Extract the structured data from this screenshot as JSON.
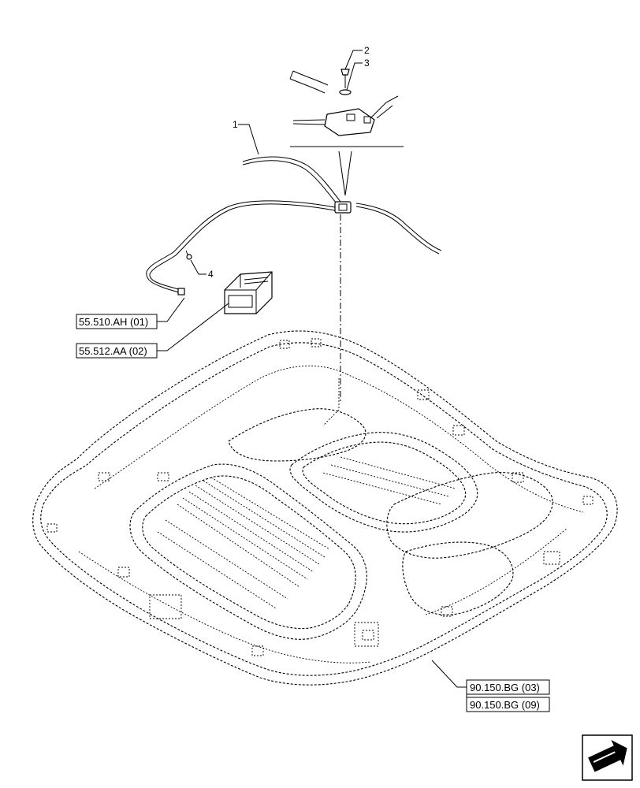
{
  "callouts": {
    "c1": "1",
    "c2": "2",
    "c3": "3",
    "c4": "4"
  },
  "references": {
    "r1": "55.510.AH (01)",
    "r2": "55.512.AA (02)",
    "r3": "90.150.BG (03)",
    "r4": "90.150.BG (09)"
  },
  "icons": {
    "nav": "next-page-arrow-icon"
  }
}
